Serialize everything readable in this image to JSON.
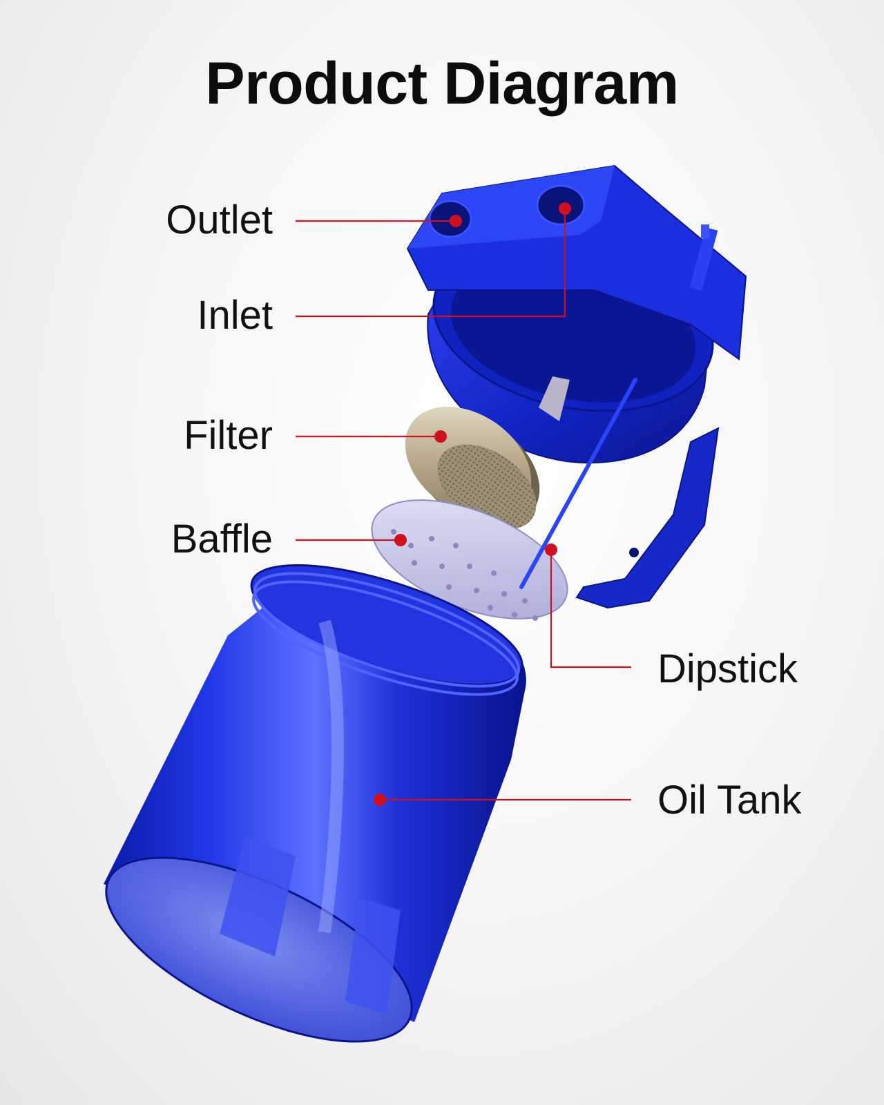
{
  "title": "Product Diagram",
  "labels": {
    "outlet": "Outlet",
    "inlet": "Inlet",
    "filter": "Filter",
    "baffle": "Baffle",
    "dipstick": "Dipstick",
    "oil_tank": "Oil Tank"
  },
  "colors": {
    "leader_line": "#d0101e",
    "part_blue": "#1a2fd8",
    "filter_bronze": "#b7a78b",
    "baffle_silver": "#c4c3e6"
  }
}
